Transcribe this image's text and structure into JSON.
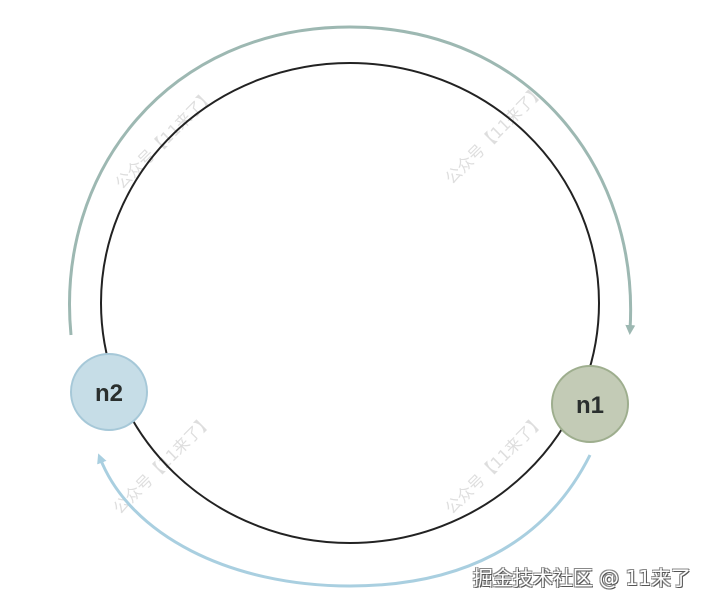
{
  "diagram": {
    "type": "ring-direction",
    "ring": {
      "stroke": "#222222"
    },
    "nodes": [
      {
        "id": "n1",
        "label": "n1",
        "fill": "#c3cbb6",
        "stroke": "#9eae8e"
      },
      {
        "id": "n2",
        "label": "n2",
        "fill": "#c6dde7",
        "stroke": "#a6c8d8"
      }
    ],
    "arrows": [
      {
        "id": "clockwise-top",
        "from": "n2",
        "to": "n1",
        "color": "#9db8b2"
      },
      {
        "id": "counterclockwise-bottom",
        "from": "n1",
        "to": "n2",
        "color": "#a9cfe0"
      }
    ]
  },
  "watermarks": [
    "公众号【11来了】",
    "公众号【11来了】",
    "公众号【11来了】",
    "公众号【11来了】"
  ],
  "footer": {
    "text": "掘金技术社区 @ 11来了"
  }
}
